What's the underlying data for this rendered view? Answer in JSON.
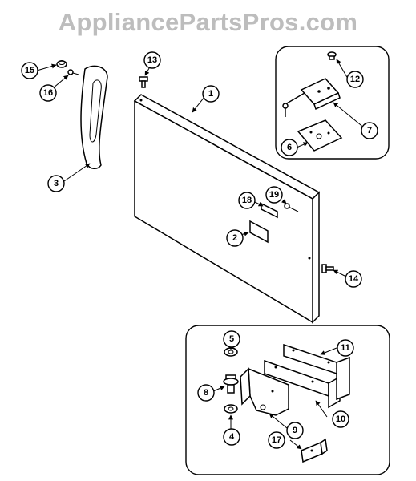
{
  "watermark": "AppliancePartsPros.com",
  "callouts": {
    "c1": "1",
    "c2": "2",
    "c3": "3",
    "c4": "4",
    "c5": "5",
    "c6": "6",
    "c7": "7",
    "c8": "8",
    "c9": "9",
    "c10": "10",
    "c11": "11",
    "c12": "12",
    "c13": "13",
    "c14": "14",
    "c15": "15",
    "c16": "16",
    "c17": "17",
    "c18": "18",
    "c19": "19"
  }
}
